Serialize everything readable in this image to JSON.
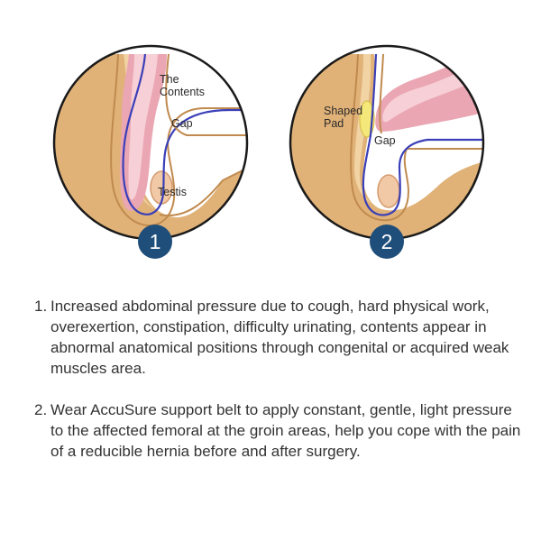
{
  "figures": [
    {
      "badge": "1",
      "labels": {
        "contents": "The\nContents",
        "gap": "Gap",
        "testis": "Testis"
      }
    },
    {
      "badge": "2",
      "labels": {
        "shaped_pad": "Shaped\nPad",
        "gap": "Gap"
      }
    }
  ],
  "steps": [
    {
      "number": "1.",
      "text": "Increased abdominal pressure due to cough, hard physical work, overexertion, constipation, difficulty urinating, contents appear in abnormal anatomical positions through congenital or acquired weak muscles area."
    },
    {
      "number": "2.",
      "text": "Wear AccuSure support belt to apply constant, gentle, light pressure to the affected femoral at the groin areas, help you cope with the pain of a reducible hernia before and after surgery."
    }
  ],
  "colors": {
    "badge": "#1f4e7a",
    "outline": "#1a1a1a",
    "skin": "#e0b278",
    "skin_light": "#f2d3a4",
    "contents": "#eaa6b3",
    "contents_light": "#f7cfd6",
    "gap_line": "#3a3fb8",
    "pad": "#f5e87a",
    "text": "#333333"
  }
}
